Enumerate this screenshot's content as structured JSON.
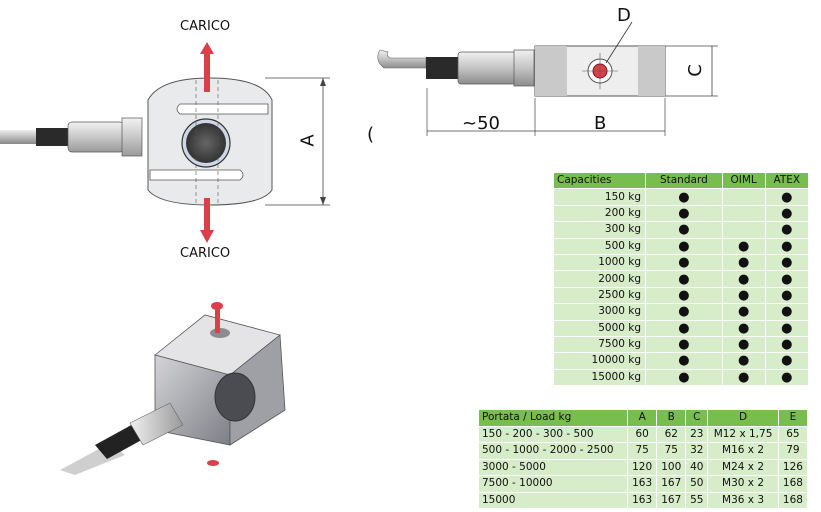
{
  "drawing": {
    "load_label_top": "CARICO",
    "load_label_bottom": "CARICO",
    "dim_a": "A",
    "dim_b": "B",
    "dim_c": "C",
    "dim_d": "D",
    "dim_cable": "~50",
    "stray_mark": "("
  },
  "capacities_table": {
    "headers": [
      "Capacities",
      "Standard",
      "OIML",
      "ATEX"
    ],
    "rows": [
      {
        "capacity": "150 kg",
        "standard": "●",
        "oiml": "",
        "atex": "●"
      },
      {
        "capacity": "200 kg",
        "standard": "●",
        "oiml": "",
        "atex": "●"
      },
      {
        "capacity": "300 kg",
        "standard": "●",
        "oiml": "",
        "atex": "●"
      },
      {
        "capacity": "500 kg",
        "standard": "●",
        "oiml": "●",
        "atex": "●"
      },
      {
        "capacity": "1000 kg",
        "standard": "●",
        "oiml": "●",
        "atex": "●"
      },
      {
        "capacity": "2000 kg",
        "standard": "●",
        "oiml": "●",
        "atex": "●"
      },
      {
        "capacity": "2500 kg",
        "standard": "●",
        "oiml": "●",
        "atex": "●"
      },
      {
        "capacity": "3000 kg",
        "standard": "●",
        "oiml": "●",
        "atex": "●"
      },
      {
        "capacity": "5000 kg",
        "standard": "●",
        "oiml": "●",
        "atex": "●"
      },
      {
        "capacity": "7500 kg",
        "standard": "●",
        "oiml": "●",
        "atex": "●"
      },
      {
        "capacity": "10000 kg",
        "standard": "●",
        "oiml": "●",
        "atex": "●"
      },
      {
        "capacity": "15000 kg",
        "standard": "●",
        "oiml": "●",
        "atex": "●"
      }
    ]
  },
  "dimensions_table": {
    "headers": [
      "Portata / Load kg",
      "A",
      "B",
      "C",
      "D",
      "E"
    ],
    "rows": [
      {
        "load": "150 - 200 - 300 - 500",
        "a": "60",
        "b": "62",
        "c": "23",
        "d": "M12 x 1,75",
        "e": "65"
      },
      {
        "load": "500 - 1000 - 2000 - 2500",
        "a": "75",
        "b": "75",
        "c": "32",
        "d": "M16 x 2",
        "e": "79"
      },
      {
        "load": "3000 - 5000",
        "a": "120",
        "b": "100",
        "c": "40",
        "d": "M24 x 2",
        "e": "126"
      },
      {
        "load": "7500 - 10000",
        "a": "163",
        "b": "167",
        "c": "50",
        "d": "M30 x 2",
        "e": "168"
      },
      {
        "load": "15000",
        "a": "163",
        "b": "167",
        "c": "55",
        "d": "M36 x 3",
        "e": "168"
      }
    ]
  },
  "colors": {
    "header_green": "#78be4e",
    "cell_green": "#d7ecc9",
    "arrow_red": "#d9404a"
  }
}
